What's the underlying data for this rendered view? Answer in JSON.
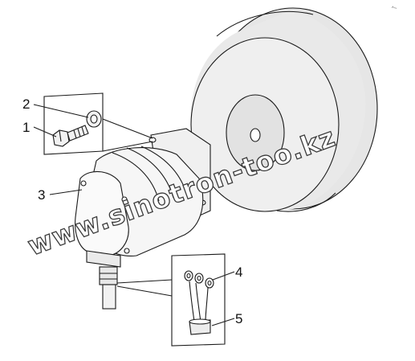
{
  "diagram": {
    "callouts": [
      "1",
      "2",
      "3",
      "4",
      "5"
    ],
    "watermark": "www.sinotron-too.kz",
    "corner_mark": "^~"
  },
  "colors": {
    "line": "#1a1a1a",
    "flywheel_fill": "#ececec",
    "pump_fill": "#f4f4f4",
    "background": "#ffffff"
  }
}
